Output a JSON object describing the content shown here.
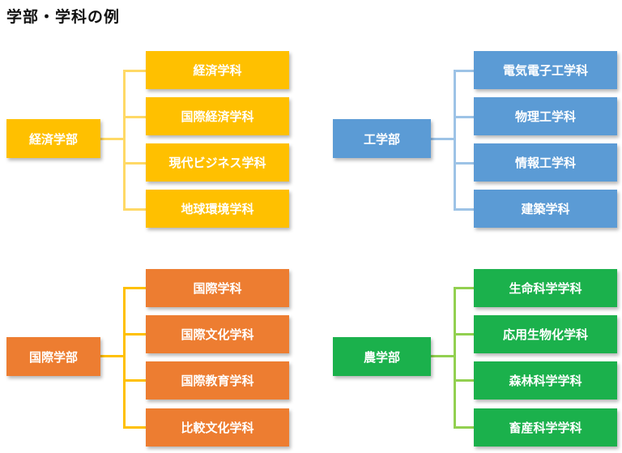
{
  "title": "学部・学科の例",
  "colors": {
    "keizai": "#FFC000",
    "keizai_line": "#FFD966",
    "kogaku": "#5B9BD5",
    "kogaku_line": "#9DC3E6",
    "kokusai": "#ED7D31",
    "kokusai_line": "#FFC000",
    "nogaku": "#1BB14C",
    "nogaku_line": "#92D050"
  },
  "faculties": [
    {
      "name": "経済学部",
      "departments": [
        "経済学科",
        "国際経済学科",
        "現代ビジネス学科",
        "地球環境学科"
      ]
    },
    {
      "name": "工学部",
      "departments": [
        "電気電子工学科",
        "物理工学科",
        "情報工学科",
        "建築学科"
      ]
    },
    {
      "name": "国際学部",
      "departments": [
        "国際学科",
        "国際文化学科",
        "国際教育学科",
        "比較文化学科"
      ]
    },
    {
      "name": "農学部",
      "departments": [
        "生命科学学科",
        "応用生物化学科",
        "森林科学学科",
        "畜産科学学科"
      ]
    }
  ]
}
